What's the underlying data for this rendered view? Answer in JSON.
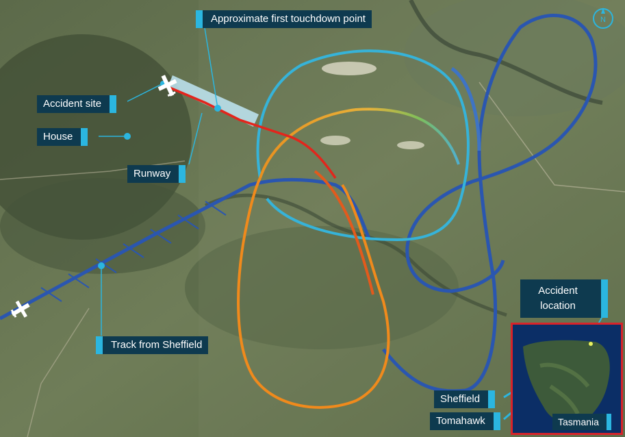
{
  "labels": {
    "first_touchdown": "Approximate first touchdown point",
    "accident_site": "Accident site",
    "house": "House",
    "runway": "Runway",
    "track_from": "Track from Sheffield",
    "accident_location": "Accident location",
    "sheffield": "Sheffield",
    "tomahawk": "Tomahawk",
    "tasmania": "Tasmania"
  },
  "icons": [
    "aircraft-icon",
    "compass-north-icon"
  ],
  "colors": {
    "label_bg": "#0e3a4f",
    "label_tab": "#2bb6e0",
    "track_blue": "#2a56b0",
    "track_cyan": "#36b3d9",
    "track_orange": "#f08a1c",
    "track_red": "#e3251c",
    "runway": "#bfe6f5",
    "inset_border": "#d8232a"
  }
}
